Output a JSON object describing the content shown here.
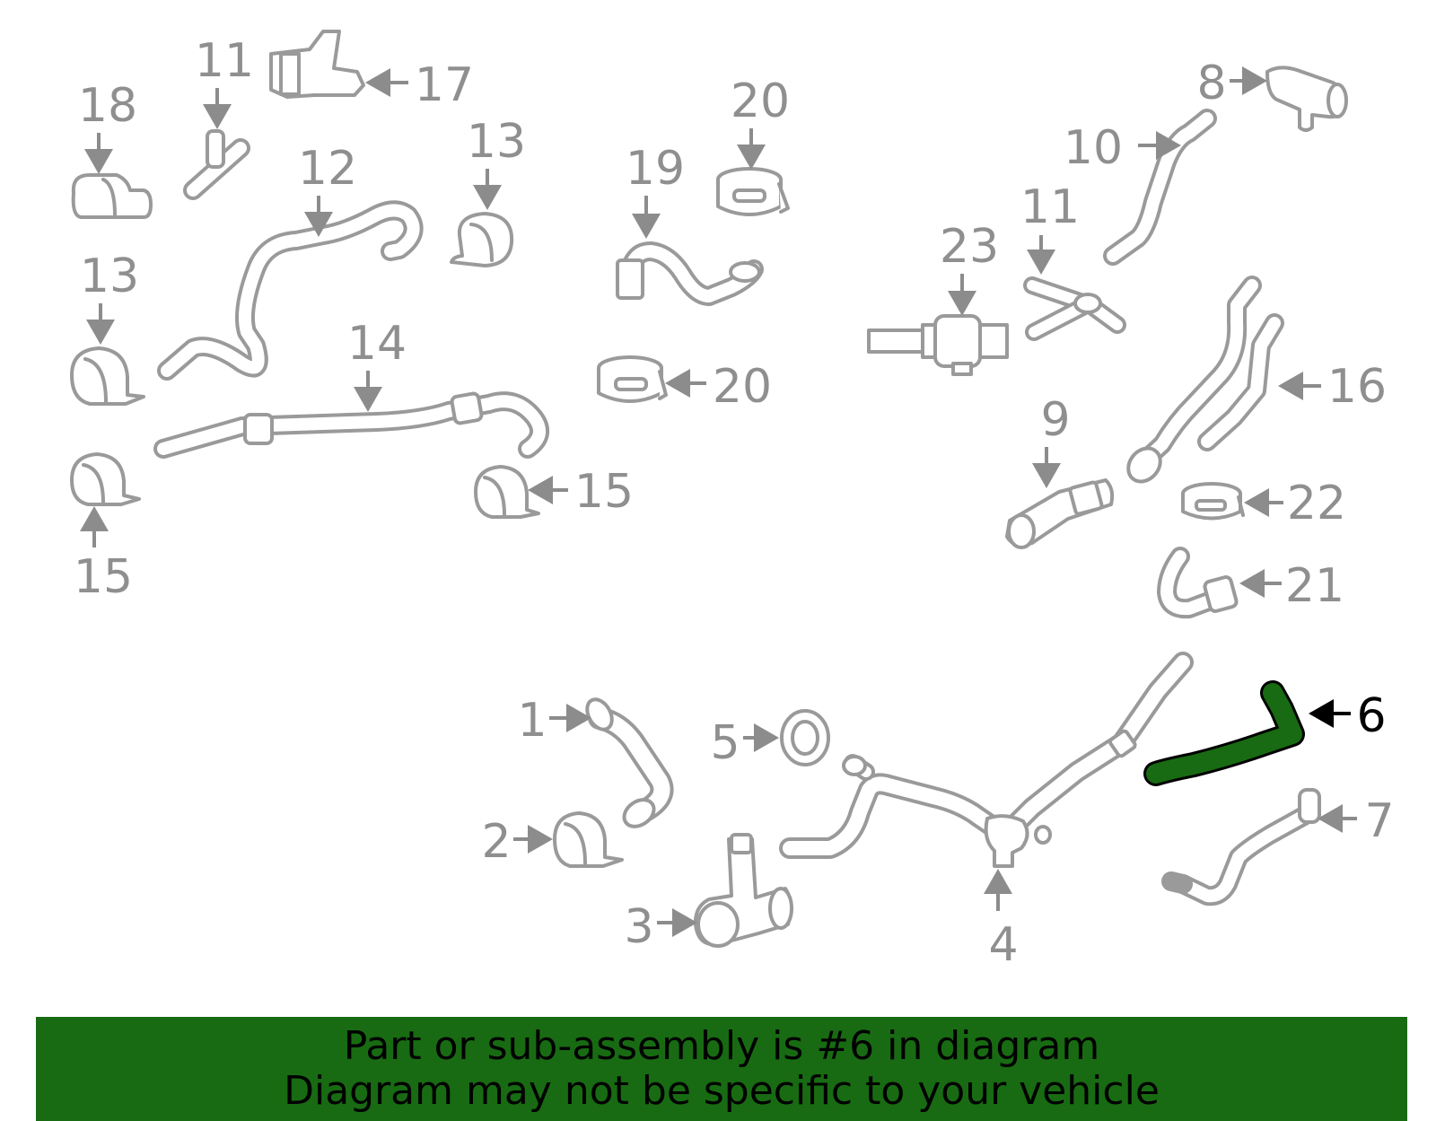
{
  "highlight_color": "#186b12",
  "part_color": "#9a9a9a",
  "callouts": {
    "c18": "18",
    "c11a": "11",
    "c17": "17",
    "c13a": "13",
    "c12": "12",
    "c20a": "20",
    "c19": "19",
    "c8": "8",
    "c10": "10",
    "c23": "23",
    "c11b": "11",
    "c13b": "13",
    "c14": "14",
    "c20b": "20",
    "c16": "16",
    "c9": "9",
    "c15a": "15",
    "c15b": "15",
    "c22": "22",
    "c21": "21",
    "c1": "1",
    "c5": "5",
    "c6": "6",
    "c2": "2",
    "c7": "7",
    "c3": "3",
    "c4": "4"
  },
  "banner": {
    "line1": "Part or sub-assembly is #6 in diagram",
    "line2": "Diagram may not be specific to your vehicle"
  }
}
